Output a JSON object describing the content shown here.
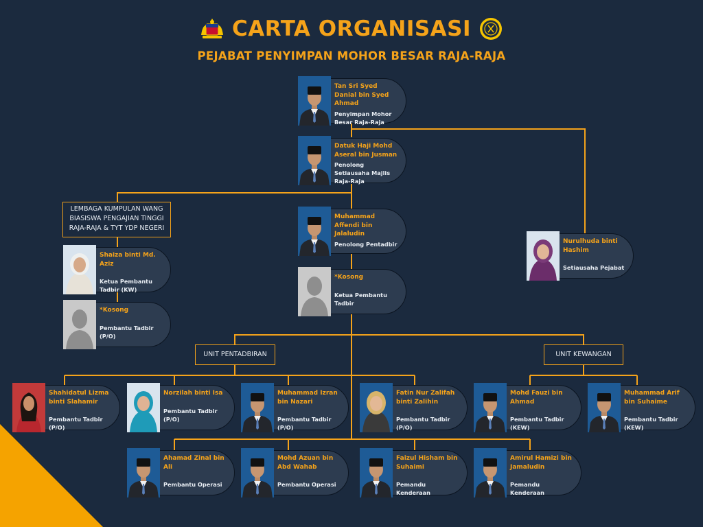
{
  "header": {
    "title": "CARTA ORGANISASI",
    "subtitle": "PEJABAT PENYIMPAN MOHOR BESAR RAJA-RAJA"
  },
  "labels": {
    "lembaga": "LEMBAGA KUMPULAN WANG BIASISWA PENGAJIAN TINGGI RAJA-RAJA & TYT YDP NEGERI",
    "unit_pentadbiran": "UNIT PENTADBIRAN",
    "unit_kewangan": "UNIT KEWANGAN"
  },
  "people": {
    "p1": {
      "name": "Tan Sri Syed Danial bin Syed Ahmad",
      "position": "Penyimpan Mohor Besar Raja-Raja"
    },
    "p2": {
      "name": "Datuk Haji Mohd Aseral bin Jusman",
      "position": "Penolong Setiausaha Majlis Raja-Raja"
    },
    "p3": {
      "name": "Muhammad Affendi bin Jalaludin",
      "position": "Penolong Pentadbir"
    },
    "p4": {
      "name": "*Kosong",
      "position": "Ketua Pembantu Tadbir"
    },
    "p5": {
      "name": "Nurulhuda binti Hashim",
      "position": "Setiausaha Pejabat"
    },
    "p6": {
      "name": "Shaiza binti Md. Aziz",
      "position": "Ketua Pembantu Tadbir (KW)"
    },
    "p7": {
      "name": "*Kosong",
      "position": "Pembantu Tadbir (P/O)"
    },
    "p8": {
      "name": "Shahidatul Lizma binti Slahamir",
      "position": "Pembantu Tadbir (P/O)"
    },
    "p9": {
      "name": "Norzilah binti Isa",
      "position": "Pembantu Tadbir (P/O)"
    },
    "p10": {
      "name": "Muhammad Izran bin Nazari",
      "position": "Pembantu Tadbir (P/O)"
    },
    "p11": {
      "name": "Fatin Nur Zalifah binti Zalihin",
      "position": "Pembantu Tadbir (P/O)"
    },
    "p12": {
      "name": "Mohd Fauzi bin Ahmad",
      "position": "Pembantu Tadbir (KEW)"
    },
    "p13": {
      "name": "Muhammad Arif bin Suhaime",
      "position": "Pembantu Tadbir (KEW)"
    },
    "p14": {
      "name": "Ahamad Zinal bin Ali",
      "position": "Pembantu Operasi"
    },
    "p15": {
      "name": "Mohd Azuan bin Abd Wahab",
      "position": "Pembantu Operasi"
    },
    "p16": {
      "name": "Faizul Hisham bin Suhaimi",
      "position": "Pemandu Kenderaan"
    },
    "p17": {
      "name": "Amirul Hamizi bin Jamaludin",
      "position": "Pemandu Kenderaan"
    }
  },
  "colors": {
    "background": "#1b2a3e",
    "accent": "#f5a31a",
    "card": "#2d3c50",
    "corner": "#f5a300"
  }
}
